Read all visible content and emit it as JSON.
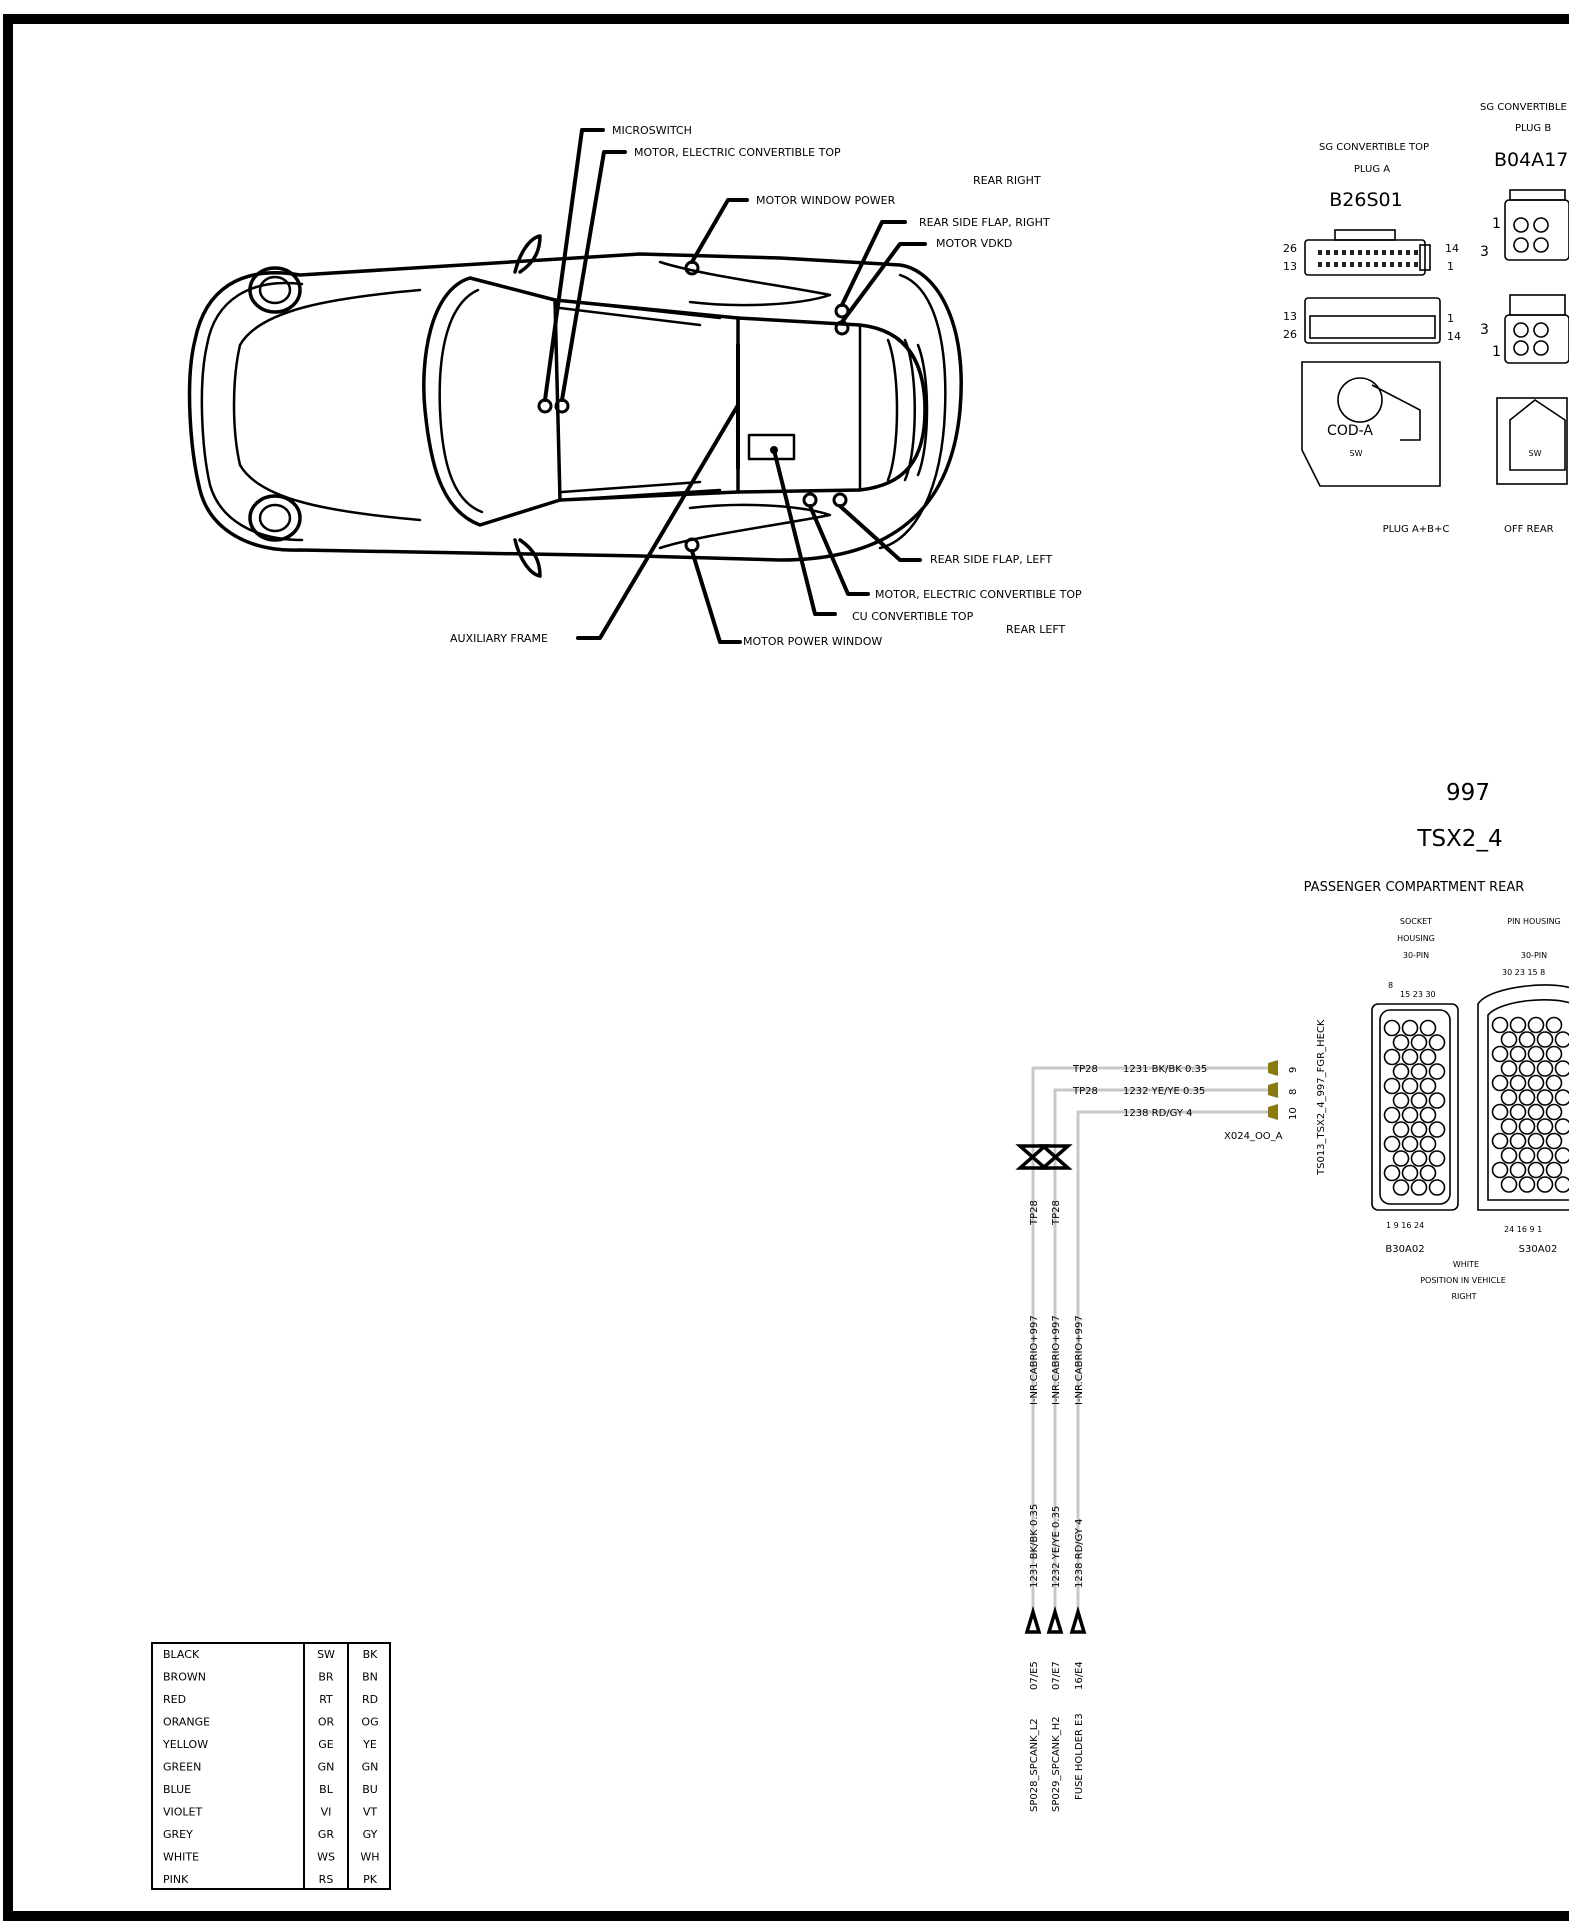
{
  "car_labels": {
    "microswitch": "MICROSWITCH",
    "motor_top_1": "MOTOR, ELECTRIC  CONVERTIBLE  TOP",
    "rear_right": "REAR RIGHT",
    "motor_window_power": "MOTOR WINDOW  POWER",
    "rear_side_flap_right": "REAR SIDE FLAP, RIGHT",
    "motor_vdkd": "MOTOR  VDKD",
    "rear_side_flap_left": "REAR SIDE FLAP, LEFT",
    "motor_top_2": "MOTOR, ELECTRIC  CONVERTIBLE  TOP",
    "cu_top": "CU CONVERTIBLE TOP",
    "rear_left": "REAR LEFT",
    "auxiliary_frame": "AUXILIARY FRAME",
    "motor_power_window": "MOTOR POWER  WINDOW"
  },
  "plug_a": {
    "title1": "SG  CONVERTIBLE TOP",
    "title2": "PLUG A",
    "code": "B26S01",
    "pin_26": "26",
    "pin_13": "13",
    "pin_14": "14",
    "pin_1": "1",
    "pin_13b": "13",
    "pin_26b": "26",
    "pin_1b": "1",
    "pin_14b": "14",
    "cod": "COD-A",
    "sw": "SW",
    "bottom": "PLUG A+B+C"
  },
  "plug_b": {
    "title1": "SG CONVERTIBLE",
    "title2": "PLUG B",
    "code": "B04A17",
    "pin_1": "1",
    "pin_3": "3",
    "pin_3b": "3",
    "pin_1b": "1",
    "sw": "SW",
    "bottom": "OFF   REAR"
  },
  "connector": {
    "model": "997",
    "code": "TSX2_4",
    "location": "PASSENGER COMPARTMENT  REAR",
    "socket_l1": "SOCKET",
    "socket_l2": "HOUSING",
    "socket_l3": "30-PIN",
    "pin_l1": "PIN HOUSING",
    "pin_l2": "30-PIN",
    "socket_top_8": "8",
    "socket_top_nums": "15  23  30",
    "pin_top_nums": "30   23   15  8",
    "socket_bottom_nums": "1   9   16  24",
    "pin_bottom_nums": "24  16  9   1",
    "socket_code": "B30A02",
    "pin_code": "S30A02",
    "white": "WHITE",
    "position": "POSITION IN VEHICLE",
    "right": "RIGHT",
    "vertical_label": "TS013_TSX2_4_997_FGR_HECK",
    "x024": "X024_OO_A"
  },
  "wiring": {
    "rows": [
      {
        "tp": "TP28",
        "wire": "1231 BK/BK 0.35",
        "pin": "9"
      },
      {
        "tp": "TP28",
        "wire": "1232 YE/YE 0.35",
        "pin": "8"
      },
      {
        "tp": "",
        "wire": "1238 RD/GY 4",
        "pin": "10"
      }
    ],
    "tp_left": "TP28",
    "tp_right": "TP28",
    "harness": [
      "I-NR.CABRIO+997",
      "I-NR.CABRIO+997",
      "I-NR.CABRIO+997"
    ],
    "wire_vert": [
      "1231 BK/BK 0.35",
      "1232 YE/YE 0.35",
      "1238 RD/GY 4"
    ],
    "grid": [
      "07/E5",
      "07/E7",
      "16/E4"
    ],
    "dest": [
      "SP028_SPCANK_L2",
      "SP029_SPCANK_H2",
      "FUSE HOLDER E3"
    ]
  },
  "legend": [
    {
      "name": "BLACK",
      "de": "SW",
      "en": "BK"
    },
    {
      "name": "BROWN",
      "de": "BR",
      "en": "BN"
    },
    {
      "name": "RED",
      "de": "RT",
      "en": "RD"
    },
    {
      "name": "ORANGE",
      "de": "OR",
      "en": "OG"
    },
    {
      "name": "YELLOW",
      "de": "GE",
      "en": "YE"
    },
    {
      "name": "GREEN",
      "de": "GN",
      "en": "GN"
    },
    {
      "name": "BLUE",
      "de": "BL",
      "en": "BU"
    },
    {
      "name": "VIOLET",
      "de": "VI",
      "en": "VT"
    },
    {
      "name": "GREY",
      "de": "GR",
      "en": "GY"
    },
    {
      "name": "WHITE",
      "de": "WS",
      "en": "WH"
    },
    {
      "name": "PINK",
      "de": "RS",
      "en": "PK"
    }
  ],
  "colors": {
    "wire": "#c8c8c8",
    "terminal": "#8a7a10"
  }
}
